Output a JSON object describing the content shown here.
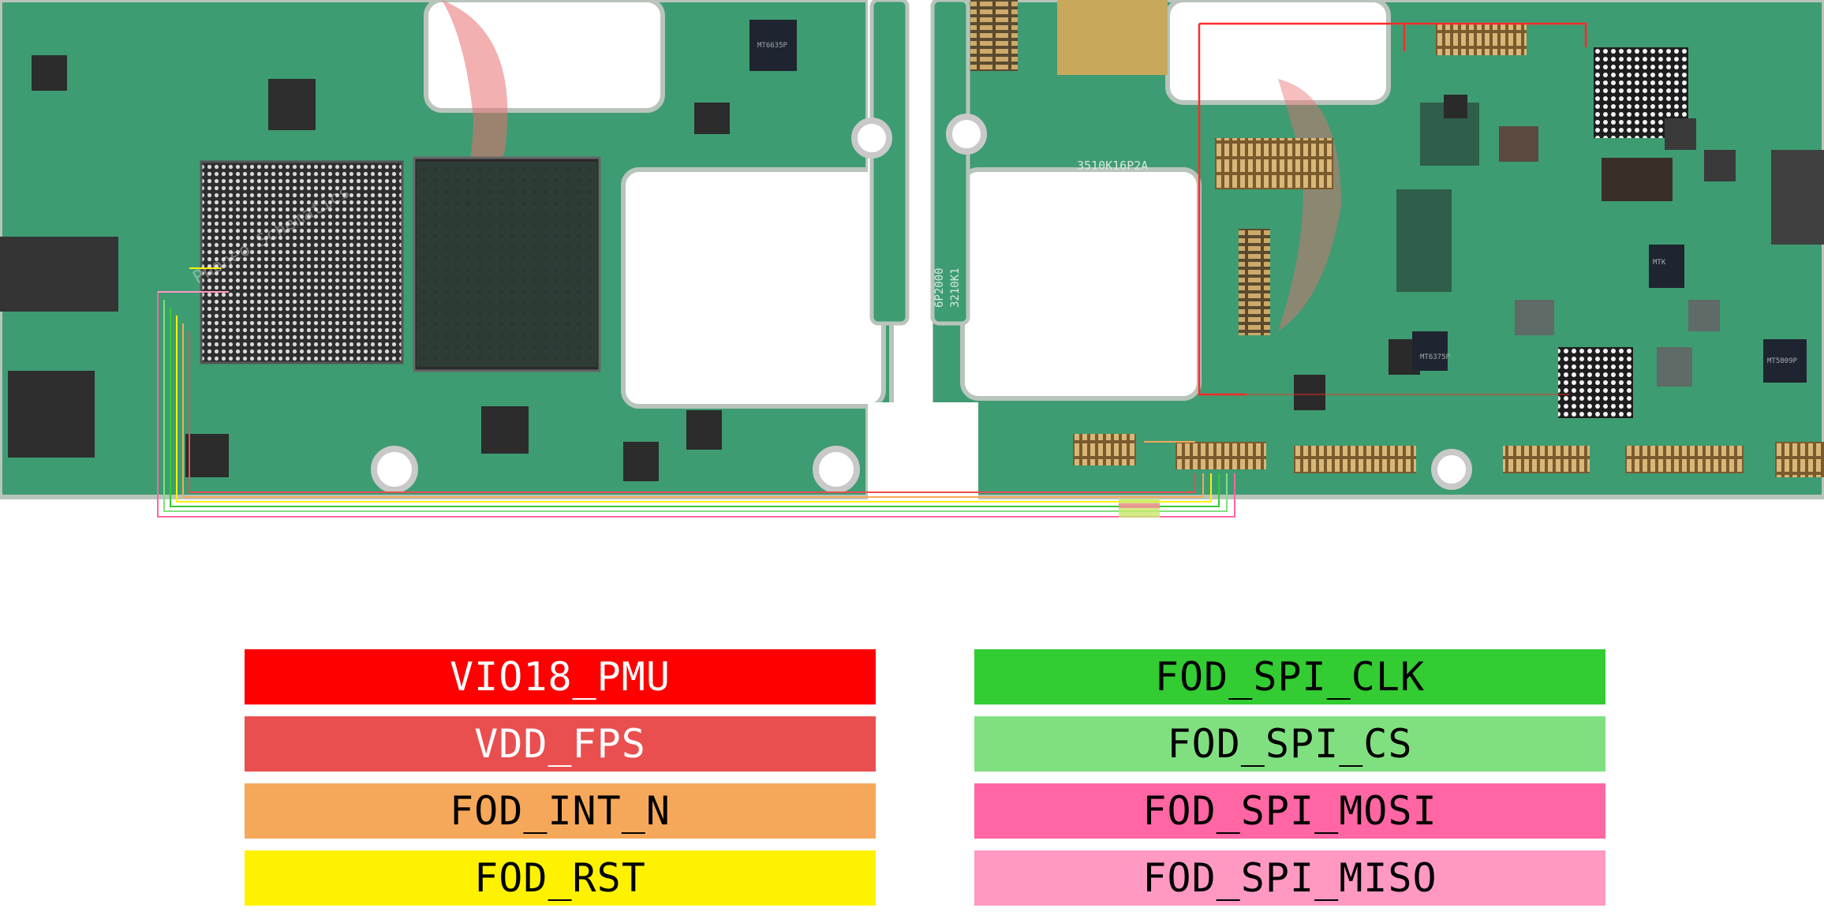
{
  "board": {
    "marking_main": "3510K16P2A",
    "marking_flex": "6P2000",
    "marking_flex2": "3210K1",
    "chip_pmu": "MT6635P",
    "chip_rf": "MT6375P",
    "chip_small": "MT5809P",
    "chip_mtk": "MTK",
    "watermark": "Phoneo Schematics",
    "colors": {
      "pcb": "#3e9c72",
      "pcb_dark": "#2d7a58",
      "pad": "#c9c9c9",
      "edge": "#b8c4bc"
    }
  },
  "legend": {
    "left": [
      {
        "label": "VIO18_PMU",
        "bg": "#ff0000",
        "fg": "#ffffff"
      },
      {
        "label": "VDD_FPS",
        "bg": "#e94f4f",
        "fg": "#ffffff"
      },
      {
        "label": "FOD_INT_N",
        "bg": "#f6a85a",
        "fg": "#000000"
      },
      {
        "label": "FOD_RST",
        "bg": "#fff200",
        "fg": "#000000"
      }
    ],
    "right": [
      {
        "label": "FOD_SPI_CLK",
        "bg": "#33cc33",
        "fg": "#000000"
      },
      {
        "label": "FOD_SPI_CS",
        "bg": "#80e080",
        "fg": "#000000"
      },
      {
        "label": "FOD_SPI_MOSI",
        "bg": "#ff66a3",
        "fg": "#000000"
      },
      {
        "label": "FOD_SPI_MISO",
        "bg": "#ff99c2",
        "fg": "#000000"
      }
    ]
  }
}
